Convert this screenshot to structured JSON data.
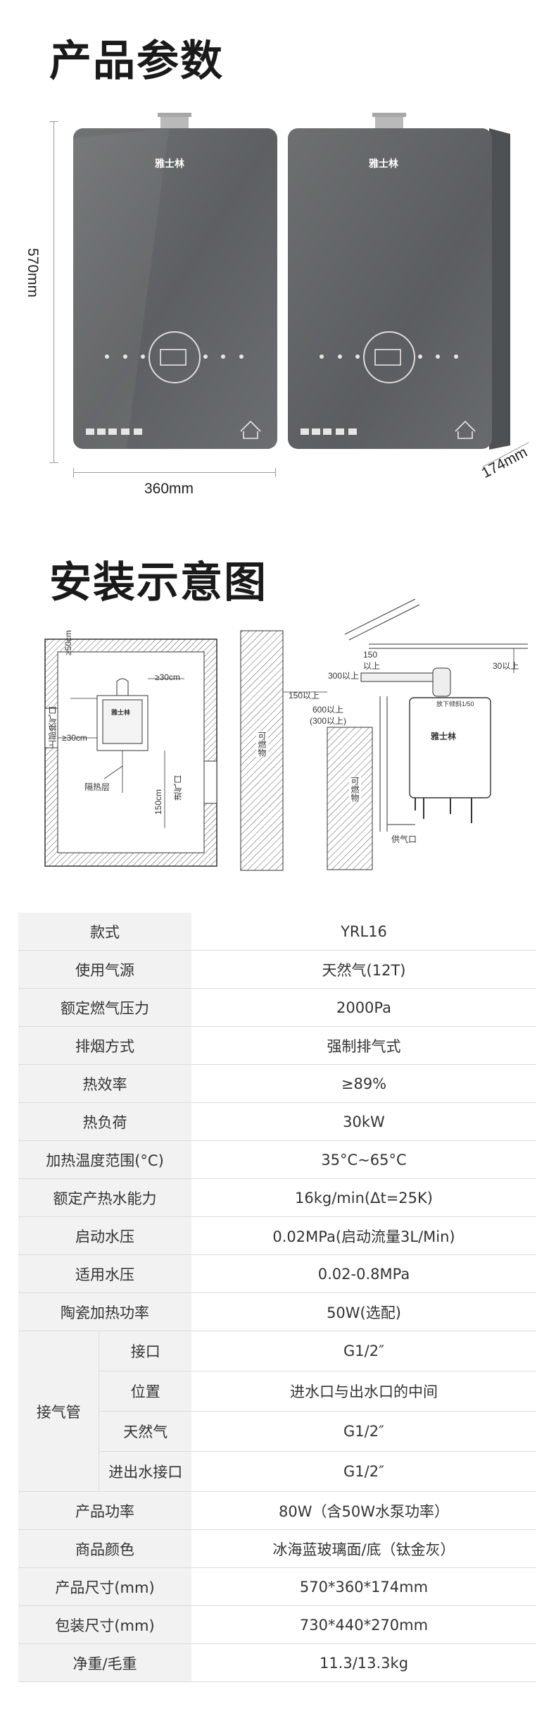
{
  "sections": {
    "params_title": "产品参数",
    "install_title": "安装示意图"
  },
  "dimensions": {
    "height": "570mm",
    "width": "360mm",
    "depth": "174mm"
  },
  "product": {
    "brand": "雅士林"
  },
  "install": {
    "left": {
      "gap_top": "≥50cm",
      "gap_right": "≥30cm",
      "gap_left": "≥30cm",
      "gap_bottom": "150cm",
      "exhaust": "上部换气口",
      "intake": "进气口",
      "insulation": "隔热层"
    },
    "right": {
      "dim_150a": "150",
      "dim_150b": "以上",
      "dim_300": "300以上",
      "dim_150left": "150以上",
      "dim_600": "600以上",
      "dim_300b": "(300以上)",
      "dim_30": "30以上",
      "slope": "放下倾斜1/50",
      "wall1": "可燃物",
      "wall2": "可燃物",
      "gas": "供气口"
    }
  },
  "specs": [
    {
      "k": "款式",
      "v": "YRL16"
    },
    {
      "k": "使用气源",
      "v": "天然气(12T)"
    },
    {
      "k": "额定燃气压力",
      "v": "2000Pa"
    },
    {
      "k": "排烟方式",
      "v": "强制排气式"
    },
    {
      "k": "热效率",
      "v": "≥89%"
    },
    {
      "k": "热负荷",
      "v": "30kW"
    },
    {
      "k": "加热温度范围(°C)",
      "v": "35°C~65°C"
    },
    {
      "k": "额定产热水能力",
      "v": "16kg/min(Δt=25K)"
    },
    {
      "k": "启动水压",
      "v": "0.02MPa(启动流量3L/Min)"
    },
    {
      "k": "适用水压",
      "v": "0.02-0.8MPa"
    },
    {
      "k": "陶瓷加热功率",
      "v": "50W(选配)"
    }
  ],
  "pipe": {
    "group": "接气管",
    "rows": [
      {
        "k": "接口",
        "v": "G1/2″"
      },
      {
        "k": "位置",
        "v": "进水口与出水口的中间"
      },
      {
        "k": "天然气",
        "v": "G1/2″"
      },
      {
        "k": "进出水接口",
        "v": "G1/2″"
      }
    ]
  },
  "specs2": [
    {
      "k": "产品功率",
      "v": "80W（含50W水泵功率）"
    },
    {
      "k": "商品颜色",
      "v": "冰海蓝玻璃面/底（钛金灰）"
    },
    {
      "k": "产品尺寸(mm)",
      "v": "570*360*174mm"
    },
    {
      "k": "包装尺寸(mm)",
      "v": "730*440*270mm"
    },
    {
      "k": "净重/毛重",
      "v": "11.3/13.3kg"
    }
  ]
}
